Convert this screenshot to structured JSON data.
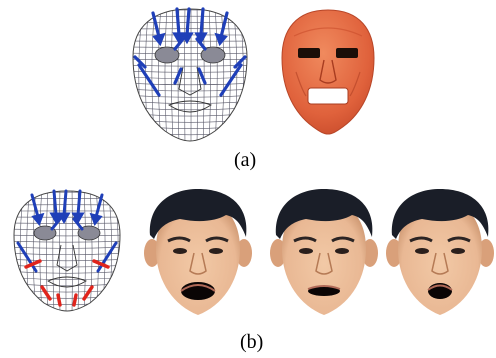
{
  "figure": {
    "panel_a": {
      "caption": "(a)"
    },
    "panel_b": {
      "caption": "(b)"
    }
  },
  "colors": {
    "wire": "#5a5a6a",
    "muscle_blue": "#1f3fb8",
    "muscle_red": "#e0241c",
    "mask_orange": "#e8643e",
    "skin": "#e9b894",
    "hair": "#1a1e28"
  },
  "icons": [
    "wireframe-face",
    "muscle-arrows",
    "shaded-mask",
    "photo-face"
  ]
}
